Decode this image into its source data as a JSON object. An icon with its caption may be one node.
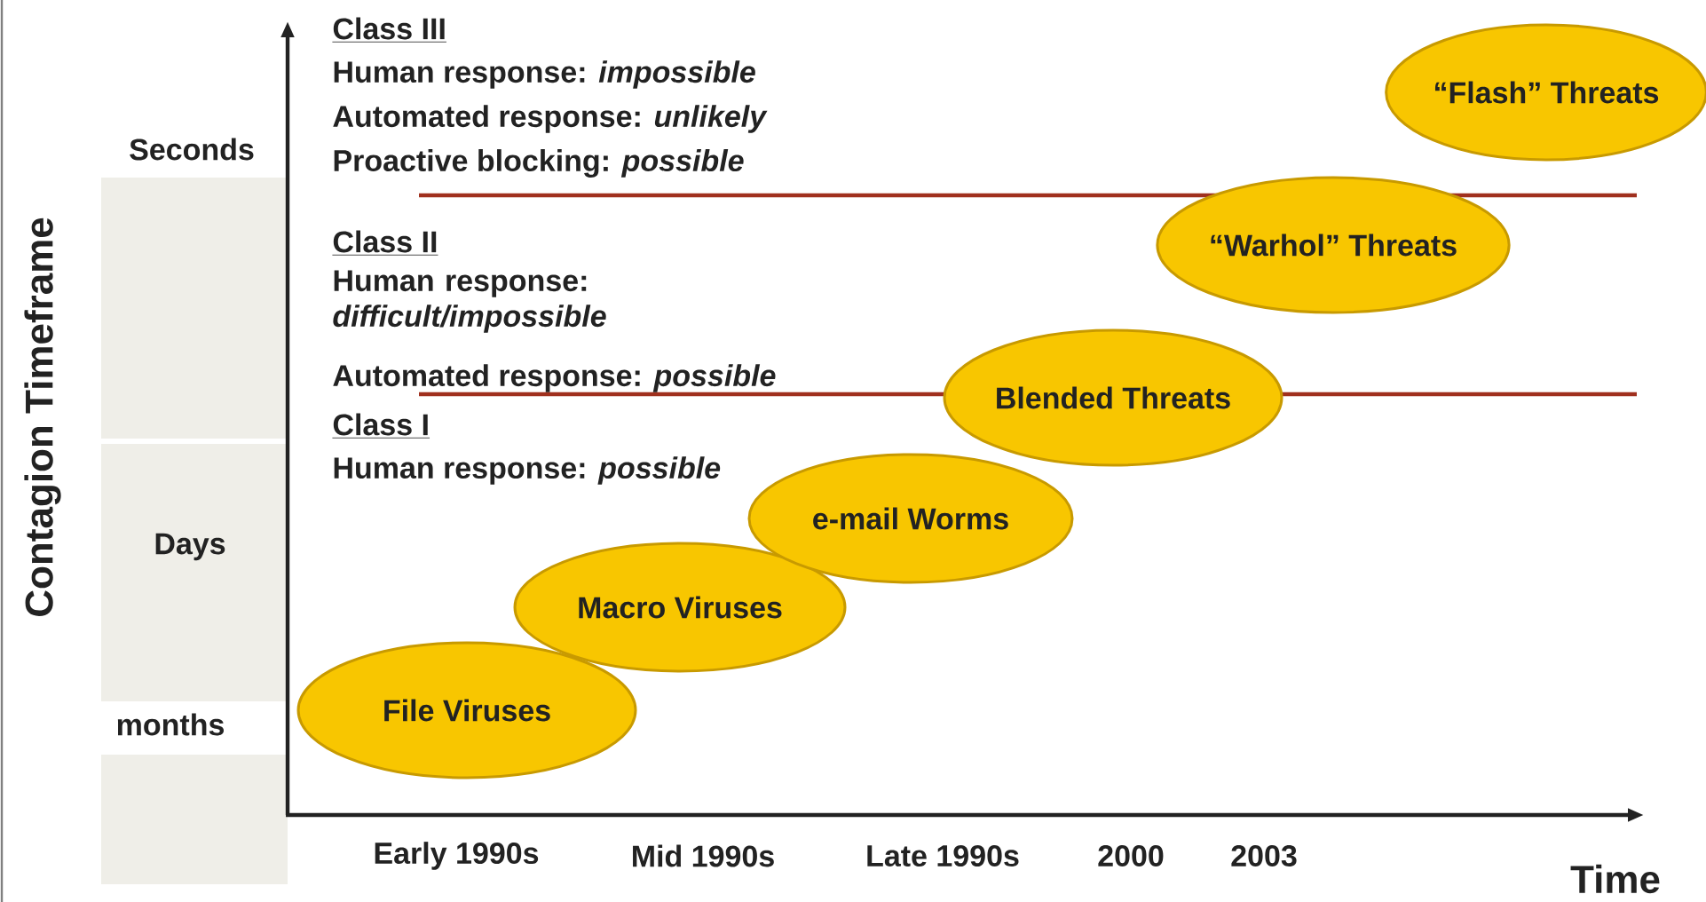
{
  "diagram": {
    "nodes": [
      {
        "text": [
          "File Viruses"
        ]
      },
      {
        "text": [
          "Macro Viruses"
        ]
      },
      {
        "text": [
          "e-mail Worms"
        ]
      },
      {
        "text": [
          "Blended  Threats"
        ]
      },
      {
        "text": [
          "“Warhol” Threats"
        ]
      },
      {
        "text": [
          "“Flash” Threats"
        ]
      }
    ],
    "labels": [
      "Class III",
      "Human response: *impossible*",
      "Automated response: *unlikely*",
      "Proactive blocking: *possible*",
      "Class II",
      "Human response: *difficult/impossible*",
      "Automated response: *possible*",
      "Class I",
      "Human response: *possible*",
      "Seconds",
      "Days",
      "months",
      "Contagion Timeframe",
      "Early 1990s",
      "Mid 1990s",
      "Late 1990s",
      "2000",
      "2003",
      "Time"
    ]
  }
}
